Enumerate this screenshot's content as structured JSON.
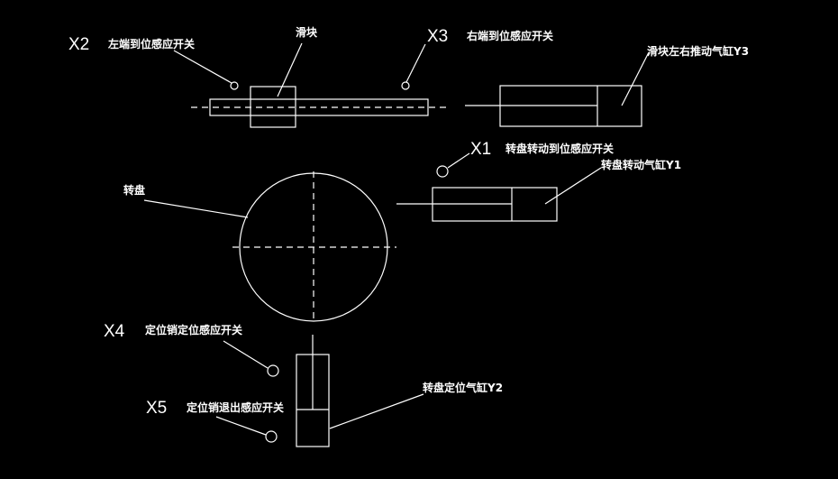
{
  "labels": {
    "x2": {
      "code": "X2",
      "text": "左端到位感应开关"
    },
    "slider": "滑块",
    "x3": {
      "code": "X3",
      "text": "右端到位感应开关"
    },
    "y3": "滑块左右推动气缸Y3",
    "x1": {
      "code": "X1",
      "text": "转盘转动到位感应开关"
    },
    "y1": "转盘转动气缸Y1",
    "turntable": "转盘",
    "x4": {
      "code": "X4",
      "text": "定位销定位感应开关"
    },
    "x5": {
      "code": "X5",
      "text": "定位销退出感应开关"
    },
    "y2": "转盘定位气缸Y2"
  },
  "colors": {
    "background": "#000000",
    "lines": "#ffffff"
  }
}
